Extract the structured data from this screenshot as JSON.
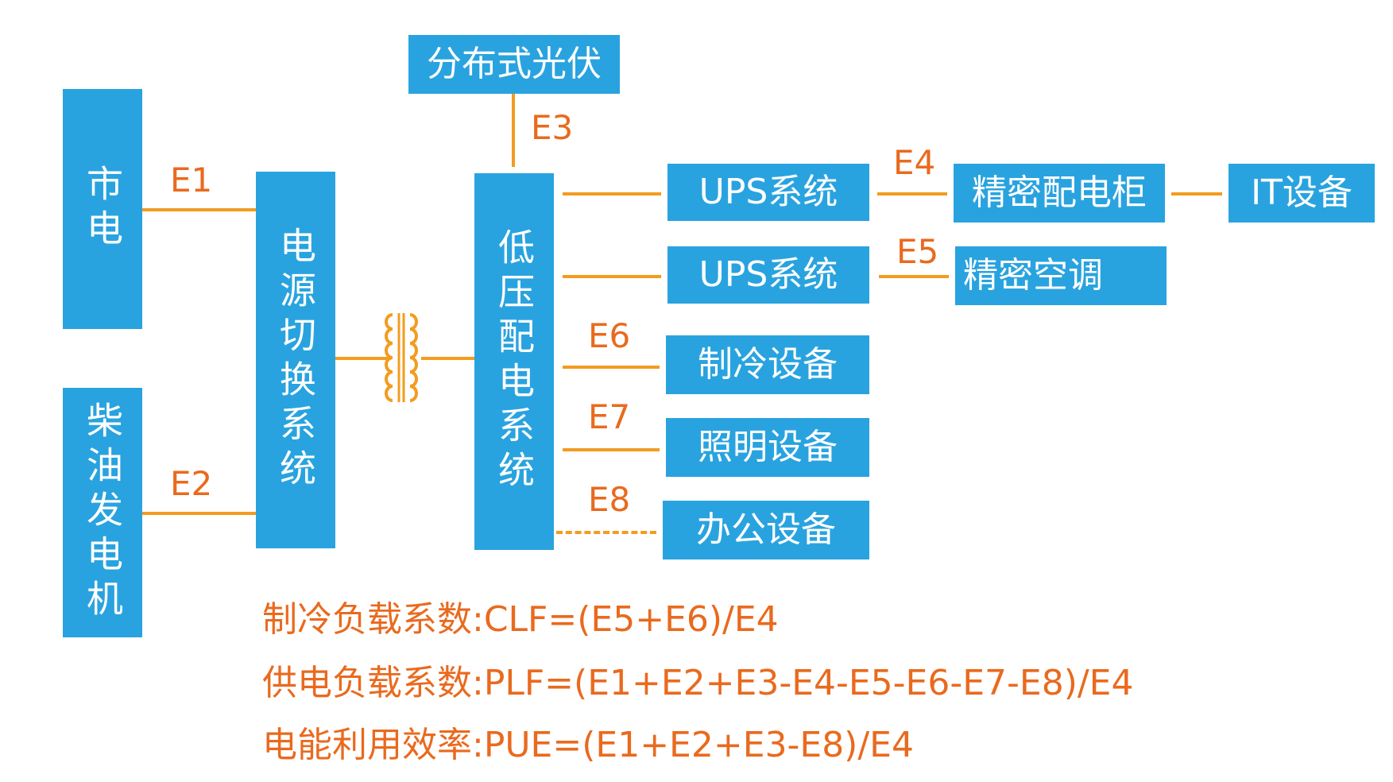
{
  "sources": {
    "grid": "市电",
    "diesel": "柴油发电机",
    "pv": "分布式光伏"
  },
  "systems": {
    "switch": "电源切换系统",
    "lv": "低压配电系统"
  },
  "loads": {
    "ups1": "UPS系统",
    "ups2": "UPS系统",
    "cooling": "制冷设备",
    "lighting": "照明设备",
    "office": "办公设备",
    "pdu": "精密配电柜",
    "it": "IT设备",
    "ac": "精密空调"
  },
  "energy_labels": {
    "e1": "E1",
    "e2": "E2",
    "e3": "E3",
    "e4": "E4",
    "e5": "E5",
    "e6": "E6",
    "e7": "E7",
    "e8": "E8"
  },
  "formulas": {
    "clf": "制冷负载系数:CLF=(E5+E6)/E4",
    "plf": "供电负载系数:PLF=(E1+E2+E3-E4-E5-E6-E7-E8)/E4",
    "pue": "电能利用效率:PUE=(E1+E2+E3-E8)/E4"
  },
  "colors": {
    "box": "#29A3DF",
    "line": "#F39C1F",
    "label": "#E96A1E"
  }
}
